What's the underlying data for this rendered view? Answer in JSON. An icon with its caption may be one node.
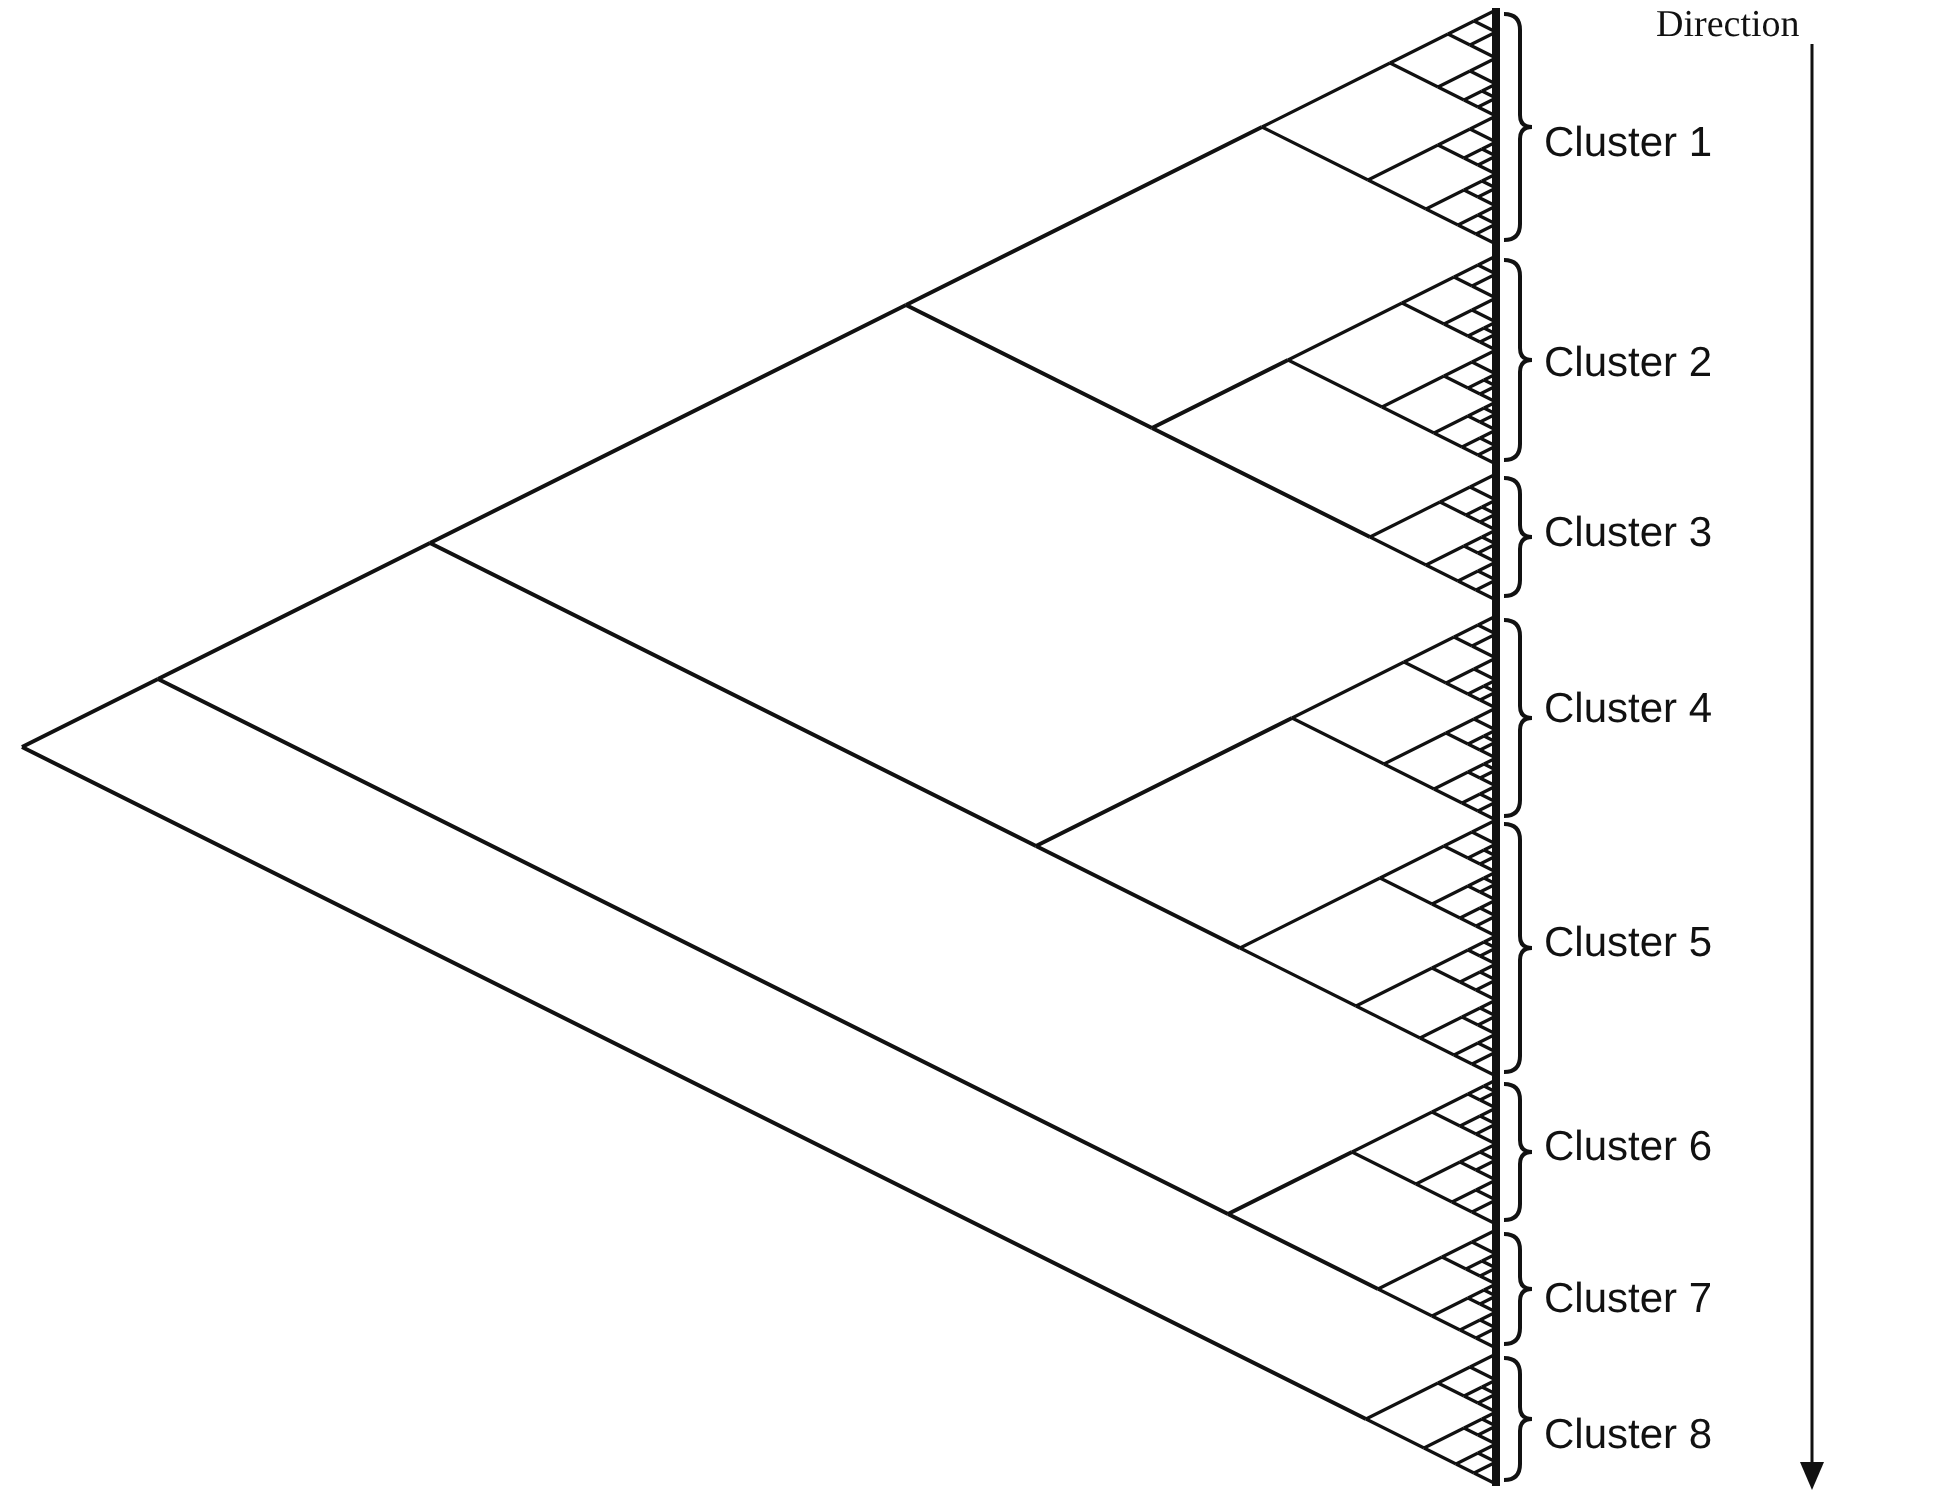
{
  "diagram": {
    "labels": [
      "Direction",
      "Cluster 1",
      "Cluster 2",
      "Cluster 3",
      "Cluster 4",
      "Cluster 5",
      "Cluster 6",
      "Cluster 7",
      "Cluster 8"
    ]
  }
}
